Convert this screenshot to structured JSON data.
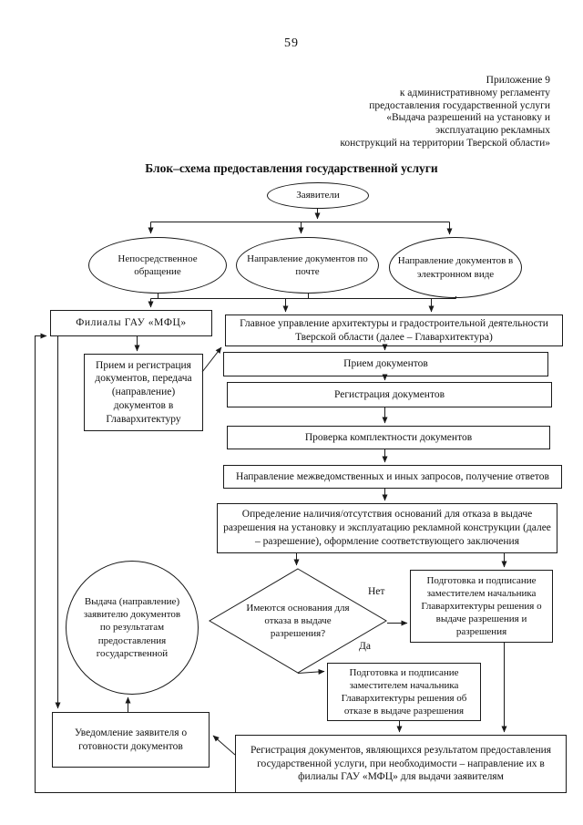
{
  "page": {
    "number": "59",
    "header_lines": [
      "Приложение 9",
      "к административному регламенту",
      "предоставления государственной услуги",
      "«Выдача разрешений на установку и",
      "эксплуатацию рекламных",
      "конструкций на территории Тверской области»"
    ],
    "title": "Блок–схема предоставления государственной услуги"
  },
  "flowchart": {
    "labels": {
      "no": "Нет",
      "yes": "Да"
    },
    "nodes": {
      "zayaviteli": "Заявители",
      "oval_direct": "Непосредственное обращение",
      "oval_mail": "Направление документов по почте",
      "oval_electronic": "Направление документов в электронном виде",
      "mfc": "Филиалы ГАУ «МФЦ»",
      "glavarch": "Главное управление архитектуры и градостроительной деятельности Тверской области (далее – Главархитектура)",
      "priem_reg_mfc": "Прием и регистрация документов, передача (направление) документов в Главархитектуру",
      "priem": "Прием документов",
      "registraciya": "Регистрация документов",
      "proverka": "Проверка комплектности документов",
      "zaprosy": "Направление межведомственных и иных запросов, получение ответов",
      "opredelenie": "Определение наличия/отсутствия оснований для отказа в выдаче разрешения на установку и эксплуатацию рекламной конструкции (далее – разрешение), оформление соответствующего заключения",
      "decision": "Имеются основания для отказа в выдаче разрешения?",
      "reshenie_vydacha": "Подготовка и подписание заместителем начальника Главархитектуры решения о выдаче разрешения и разрешения",
      "reshenie_otkaz": "Подготовка и подписание заместителем начальника Главархитектуры решения об отказе в выдаче разрешения",
      "vydacha_zayavitelyu": "Выдача (направление) заявителю документов по результатам предоставления государственной",
      "uvedomlenie": "Уведомление заявителя о готовности документов",
      "itog_registraciya": "Регистрация документов, являющихся результатом предоставления государственной услуги, при необходимости – направление их в филиалы ГАУ «МФЦ» для выдачи заявителям"
    }
  }
}
